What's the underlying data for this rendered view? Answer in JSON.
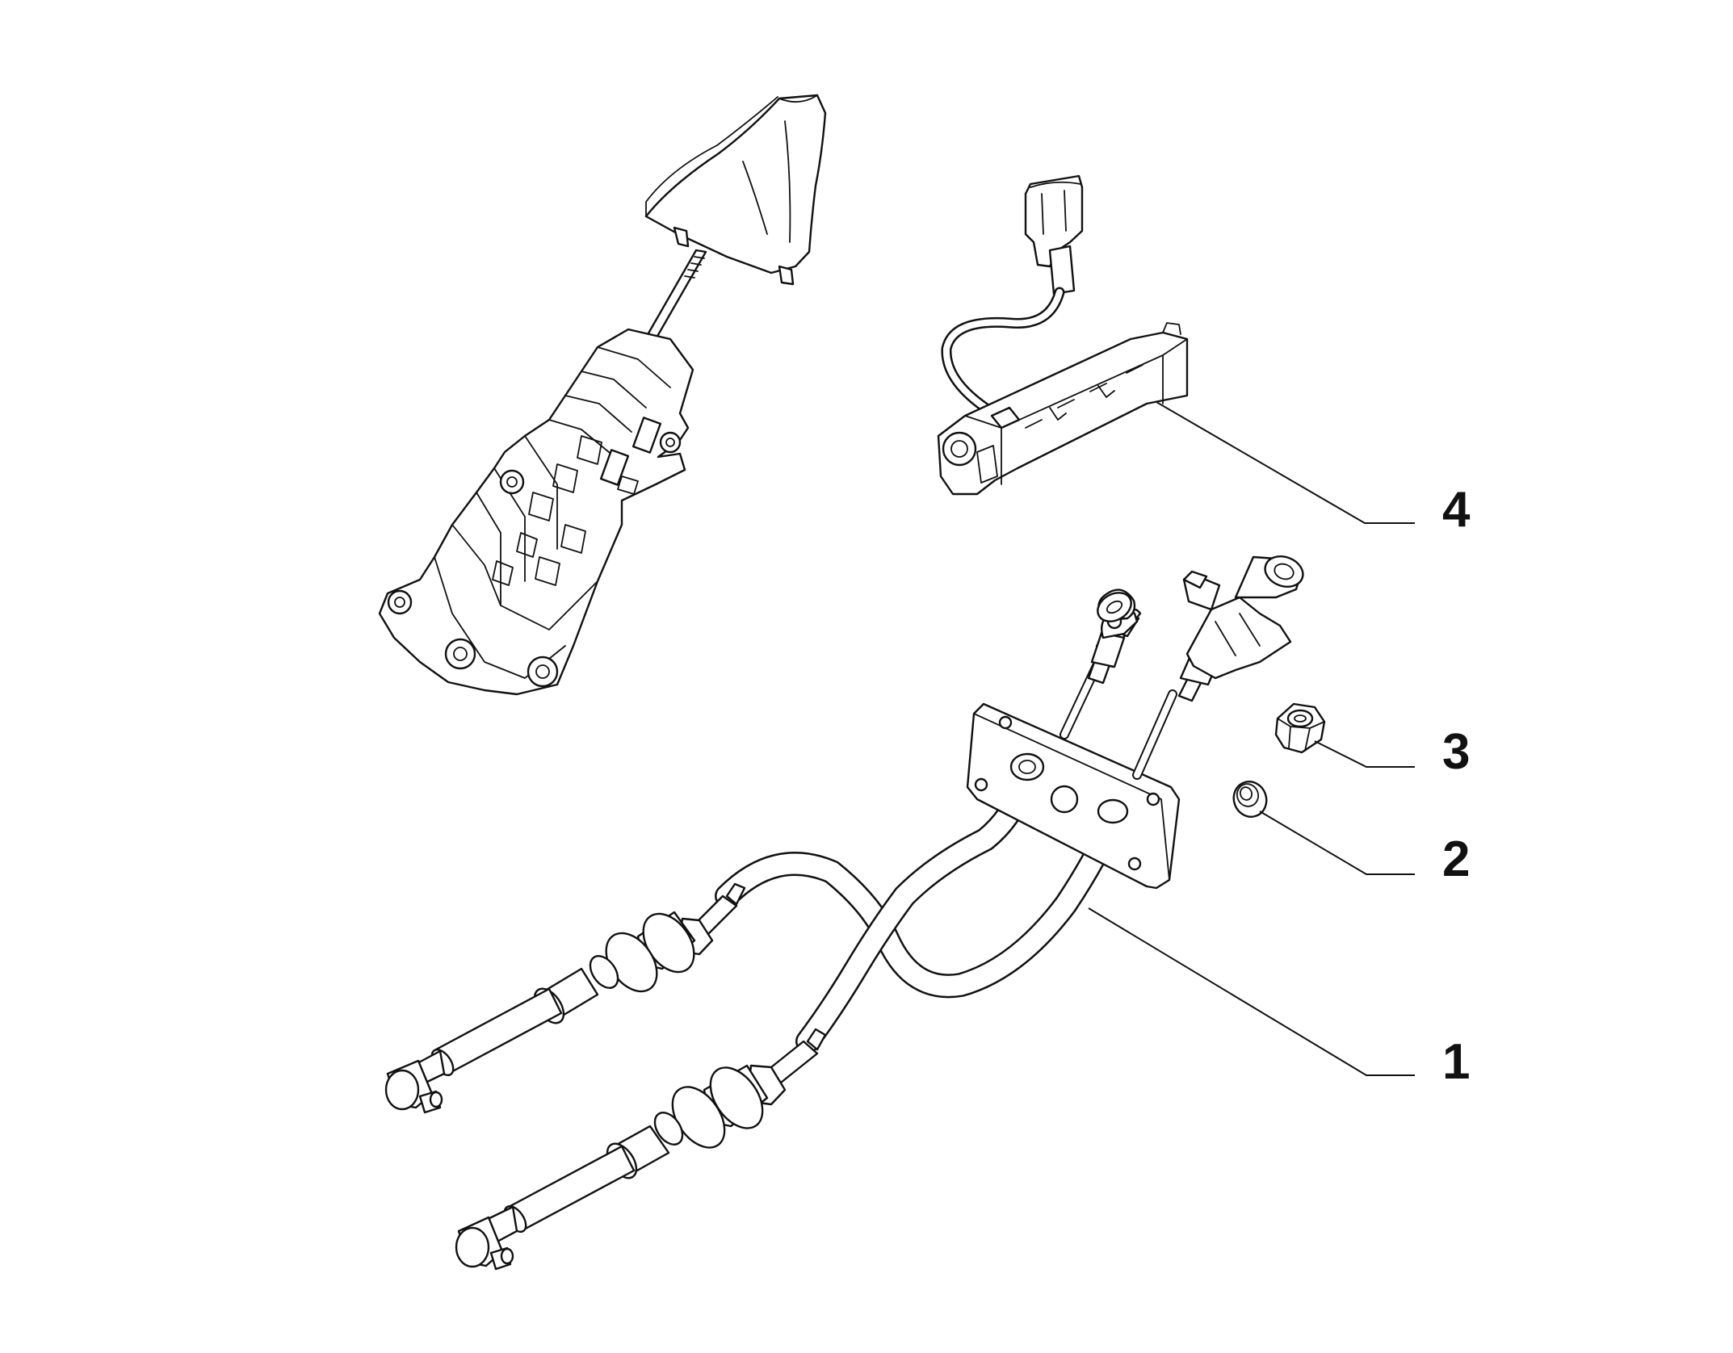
{
  "diagram": {
    "callouts": [
      {
        "id": "4",
        "label": "4"
      },
      {
        "id": "3",
        "label": "3"
      },
      {
        "id": "2",
        "label": "2"
      },
      {
        "id": "1",
        "label": "1"
      }
    ]
  },
  "colors": {
    "line": "#111111",
    "background": "#ffffff"
  }
}
